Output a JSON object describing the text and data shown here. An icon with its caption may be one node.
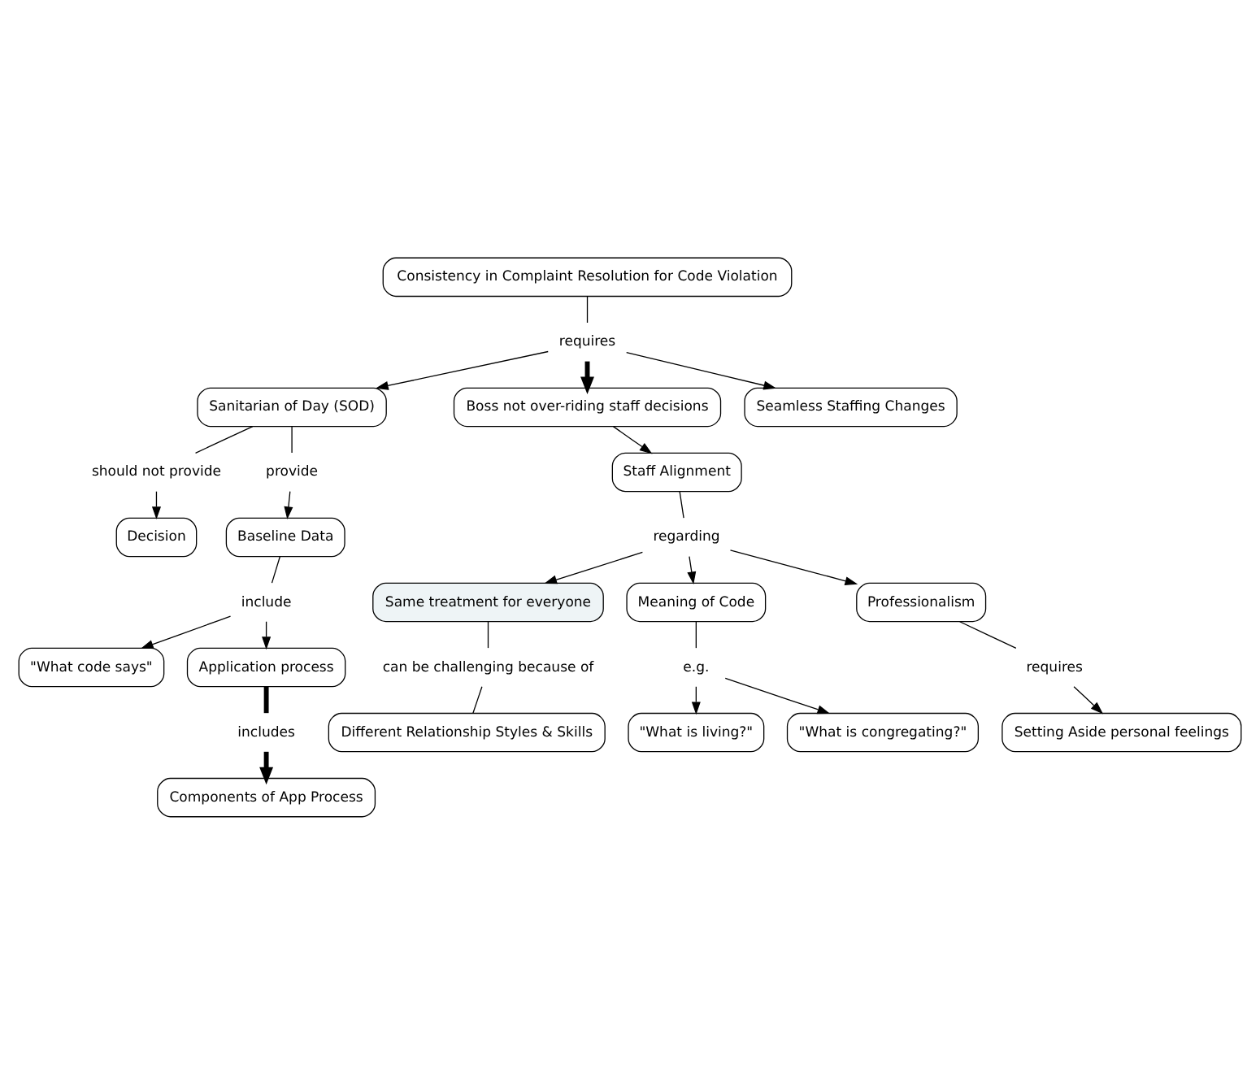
{
  "diagram": {
    "nodes": [
      {
        "text": [
          "Consistency in Complaint Resolution for Code Violation"
        ]
      },
      {
        "text": [
          "requires"
        ]
      },
      {
        "text": [
          "Sanitarian of Day (SOD)"
        ]
      },
      {
        "text": [
          "Boss not over-riding staff decisions"
        ]
      },
      {
        "text": [
          "Seamless Staffing Changes"
        ]
      },
      {
        "text": [
          "should not provide"
        ]
      },
      {
        "text": [
          "provide"
        ]
      },
      {
        "text": [
          "Decision"
        ]
      },
      {
        "text": [
          "Baseline Data"
        ]
      },
      {
        "text": [
          "include"
        ]
      },
      {
        "text": [
          "\"What code says\""
        ]
      },
      {
        "text": [
          "Application process"
        ]
      },
      {
        "text": [
          "includes"
        ]
      },
      {
        "text": [
          "Components of App Process"
        ]
      },
      {
        "text": [
          "Staff Alignment"
        ]
      },
      {
        "text": [
          "regarding"
        ]
      },
      {
        "text": [
          "Same treatment for everyone"
        ]
      },
      {
        "text": [
          "can be challenging because of"
        ]
      },
      {
        "text": [
          "Different Relationship Styles & Skills"
        ]
      },
      {
        "text": [
          "Meaning of Code"
        ]
      },
      {
        "text": [
          "e.g."
        ]
      },
      {
        "text": [
          "\"What is living?\""
        ]
      },
      {
        "text": [
          "\"What is congregating?\""
        ]
      },
      {
        "text": [
          "Professionalism"
        ]
      },
      {
        "text": [
          "requires"
        ]
      },
      {
        "text": [
          "Setting Aside personal feelings"
        ]
      }
    ],
    "edges": [
      {
        "from": 0,
        "to": 1,
        "arrow": "none"
      },
      {
        "from": 1,
        "to": 2,
        "arrow": "to"
      },
      {
        "from": 1,
        "to": 3,
        "arrow": "to",
        "style": "thick"
      },
      {
        "from": 1,
        "to": 4,
        "arrow": "to"
      },
      {
        "from": 2,
        "to": 5,
        "arrow": "none"
      },
      {
        "from": 5,
        "to": 7,
        "arrow": "to"
      },
      {
        "from": 2,
        "to": 6,
        "arrow": "none"
      },
      {
        "from": 6,
        "to": 8,
        "arrow": "to"
      },
      {
        "from": 3,
        "to": 14,
        "arrow": "to"
      },
      {
        "from": 8,
        "to": 9,
        "arrow": "none"
      },
      {
        "from": 9,
        "to": 10,
        "arrow": "to"
      },
      {
        "from": 9,
        "to": 11,
        "arrow": "to"
      },
      {
        "from": 11,
        "to": 12,
        "arrow": "none",
        "style": "thick"
      },
      {
        "from": 12,
        "to": 13,
        "arrow": "to",
        "style": "thick"
      },
      {
        "from": 14,
        "to": 15,
        "arrow": "none"
      },
      {
        "from": 15,
        "to": 16,
        "arrow": "to"
      },
      {
        "from": 15,
        "to": 19,
        "arrow": "to"
      },
      {
        "from": 15,
        "to": 23,
        "arrow": "to"
      },
      {
        "from": 16,
        "to": 17,
        "arrow": "none"
      },
      {
        "from": 17,
        "to": 18,
        "arrow": "none"
      },
      {
        "from": 19,
        "to": 20,
        "arrow": "none"
      },
      {
        "from": 20,
        "to": 21,
        "arrow": "to"
      },
      {
        "from": 20,
        "to": 22,
        "arrow": "to"
      },
      {
        "from": 23,
        "to": 24,
        "arrow": "none"
      },
      {
        "from": 24,
        "to": 25,
        "arrow": "to"
      }
    ]
  }
}
